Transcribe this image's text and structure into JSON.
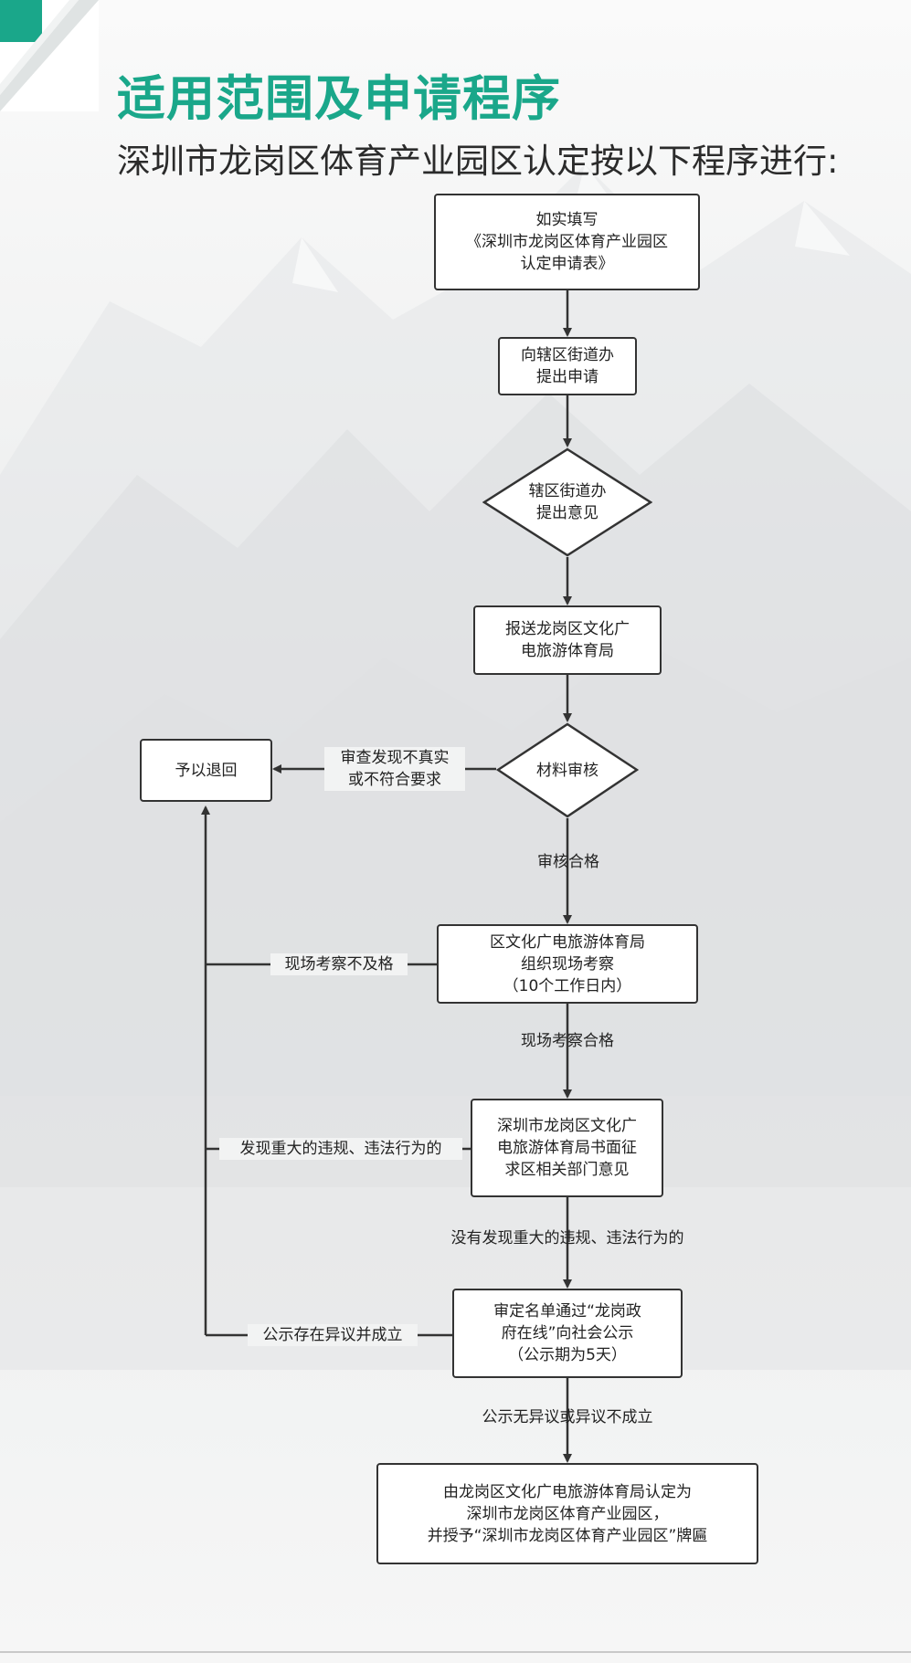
{
  "page": {
    "title": "适用范围及申请程序",
    "subtitle": "深圳市龙岗区体育产业园区认定按以下程序进行:"
  },
  "colors": {
    "accent": "#1aa78a",
    "line": "#333333",
    "box": "#ffffff"
  },
  "flow": {
    "step1": "如实填写\n《深圳市龙岗区体育产业园区\n认定申请表》",
    "step2": "向辖区街道办\n提出申请",
    "decision1": "辖区街道办\n提出意见",
    "step3": "报送龙岗区文化广\n电旅游体育局",
    "decision2": "材料审核",
    "reject": "予以退回",
    "reject_reason": "审查发现不真实\n或不符合要求",
    "pass_review": "审核合格",
    "step4": "区文化广电旅游体育局\n组织现场考察\n（10个工作日内）",
    "inspection_fail": "现场考察不及格",
    "inspection_pass": "现场考察合格",
    "step5": "深圳市龙岗区文化广\n电旅游体育局书面征\n求区相关部门意见",
    "violation_found": "发现重大的违规、违法行为的",
    "no_violation": "没有发现重大的违规、违法行为的",
    "step6": "审定名单通过“龙岗政\n府在线”向社会公示\n（公示期为5天）",
    "objection_upheld": "公示存在异议并成立",
    "no_objection": "公示无异议或异议不成立",
    "final": "由龙岗区文化广电旅游体育局认定为\n深圳市龙岗区体育产业园区，\n并授予“深圳市龙岗区体育产业园区”牌匾"
  }
}
